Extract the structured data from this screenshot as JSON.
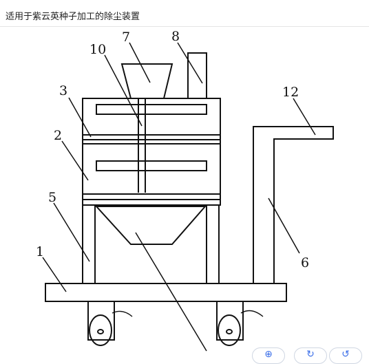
{
  "page": {
    "title": "适用于紫云英种子加工的除尘装置"
  },
  "diagram": {
    "labels": [
      "1",
      "2",
      "3",
      "5",
      "6",
      "7",
      "8",
      "10",
      "12"
    ]
  },
  "toolbar": {
    "zoom_icon": "zoom-in-icon",
    "rotate_icon": "rotate-icon",
    "undo_icon": "undo-icon"
  }
}
